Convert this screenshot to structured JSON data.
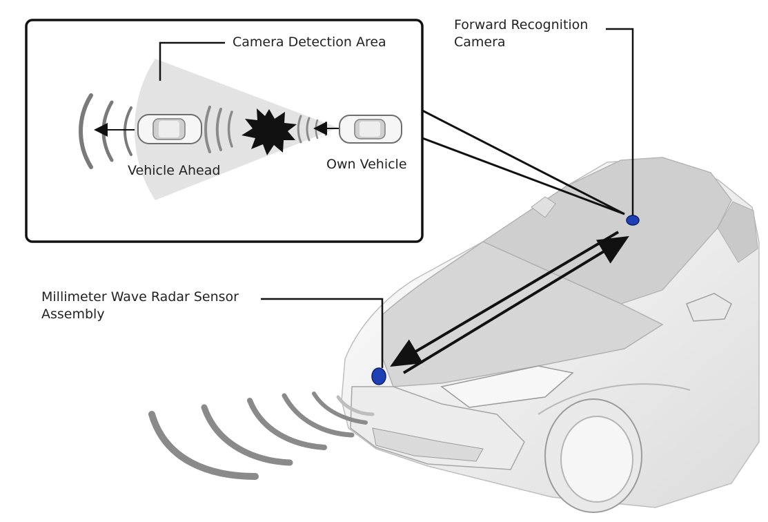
{
  "labels": {
    "camera_detection_area": "Camera Detection Area",
    "vehicle_ahead": "Vehicle Ahead",
    "own_vehicle": "Own Vehicle",
    "forward_camera_line1": "Forward Recognition",
    "forward_camera_line2": "Camera",
    "radar_line1": "Millimeter Wave Radar Sensor",
    "radar_line2": "Assembly"
  },
  "colors": {
    "sensor_blue": "#1f3fb5",
    "detection_cone": "#e3e3e3",
    "car_body": "#f2f2f2",
    "hood": "#d3d3d3",
    "waves": "#8a8a8a",
    "outline": "#111111"
  },
  "icons": {
    "collision": "collision-burst-icon",
    "car": "car-top-view-icon"
  }
}
